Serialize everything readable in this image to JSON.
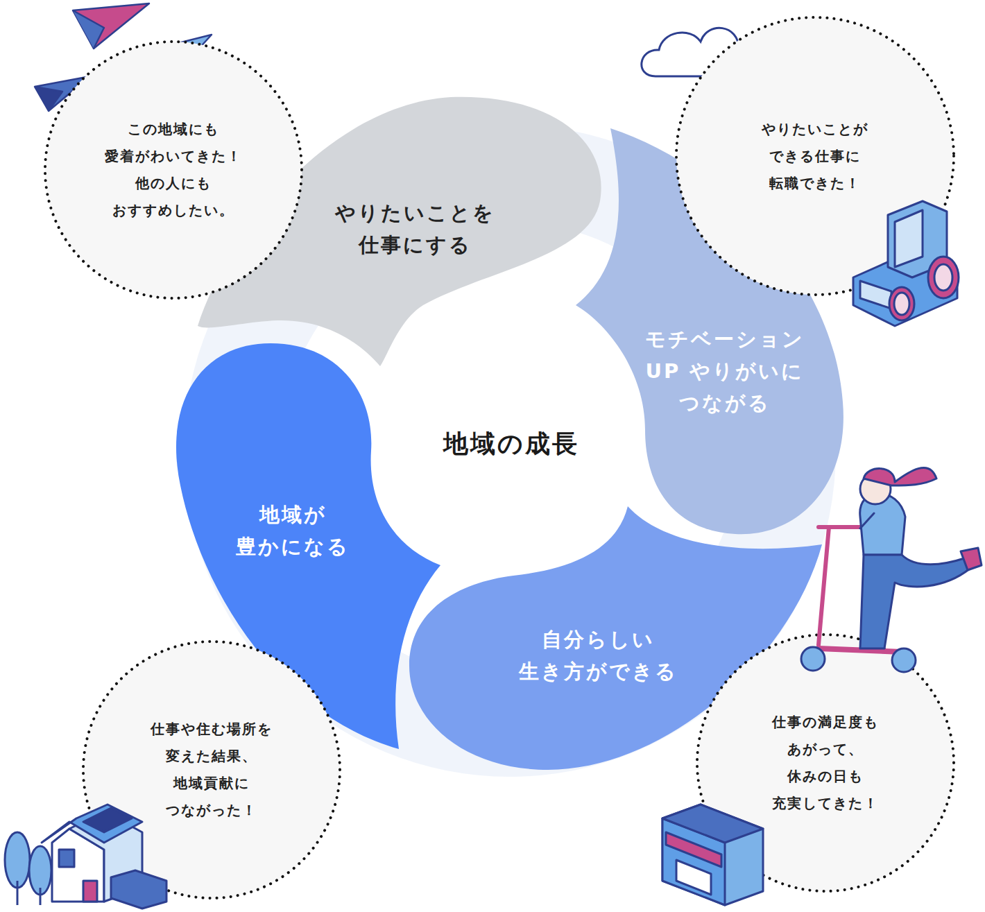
{
  "diagram": {
    "title": "地域の成長",
    "nodes": [
      {
        "text": [
          "この地域にも 愛着がわいてきた！ 他の人にも おすすめしたい。"
        ]
      },
      {
        "text": [
          "やりたいことを 仕事にする"
        ]
      },
      {
        "text": [
          "やりたいことが できる仕事に 転職できた！"
        ]
      },
      {
        "text": [
          "モチベーション UP やりがいに つながる"
        ]
      },
      {
        "text": [
          "地域が 豊かになる"
        ]
      },
      {
        "text": [
          "自分らしい 生き方ができる"
        ]
      },
      {
        "text": [
          "仕事や住む場所を 変えた結果、 地域貢献に つながった！"
        ]
      },
      {
        "text": [
          "仕事の満足度も あがって、 休みの日も 充実してきた！"
        ]
      }
    ]
  }
}
